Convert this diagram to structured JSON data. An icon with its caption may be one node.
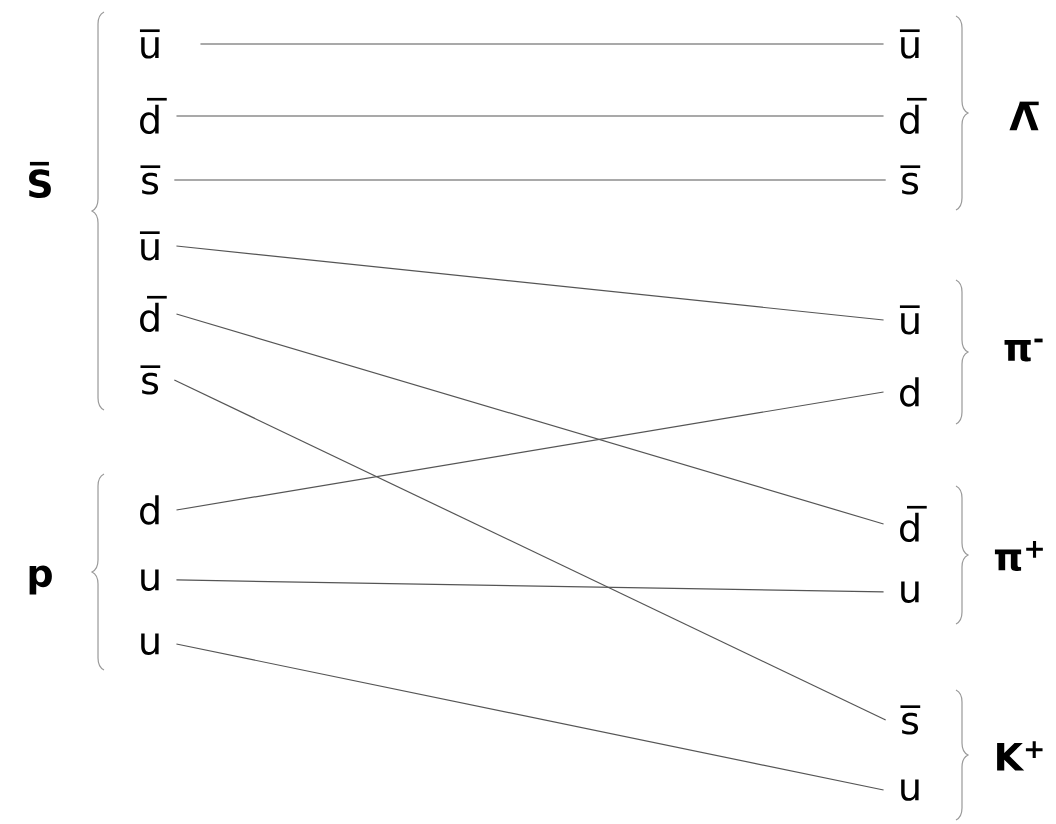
{
  "diagram": {
    "nodes": [
      {
        "text": [
          "u̅"
        ]
      },
      {
        "text": [
          "d̅"
        ]
      },
      {
        "text": [
          "s̅"
        ]
      },
      {
        "text": [
          "u̅"
        ]
      },
      {
        "text": [
          "d̅"
        ]
      },
      {
        "text": [
          "s̅"
        ]
      },
      {
        "text": [
          "d"
        ]
      },
      {
        "text": [
          "u"
        ]
      },
      {
        "text": [
          "u"
        ]
      },
      {
        "text": [
          "u̅"
        ]
      },
      {
        "text": [
          "d̅"
        ]
      },
      {
        "text": [
          "s̅"
        ]
      },
      {
        "text": [
          "u̅"
        ]
      },
      {
        "text": [
          "d"
        ]
      },
      {
        "text": [
          "d̅"
        ]
      },
      {
        "text": [
          "u"
        ]
      },
      {
        "text": [
          "s̅"
        ]
      },
      {
        "text": [
          "u"
        ]
      }
    ],
    "edges": [
      {
        "from": 0,
        "to": 9,
        "arrow": "none"
      },
      {
        "from": 1,
        "to": 10,
        "arrow": "none"
      },
      {
        "from": 2,
        "to": 11,
        "arrow": "none"
      },
      {
        "from": 3,
        "to": 12,
        "arrow": "none"
      },
      {
        "from": 4,
        "to": 14,
        "arrow": "none"
      },
      {
        "from": 5,
        "to": 16,
        "arrow": "none"
      },
      {
        "from": 6,
        "to": 13,
        "arrow": "none"
      },
      {
        "from": 7,
        "to": 15,
        "arrow": "none"
      },
      {
        "from": 8,
        "to": 17,
        "arrow": "none"
      }
    ],
    "labels": [
      "S̅",
      "Λ̅",
      "π$^{-}$",
      "p",
      "π$^{+}$",
      "K$^{+}$"
    ]
  }
}
